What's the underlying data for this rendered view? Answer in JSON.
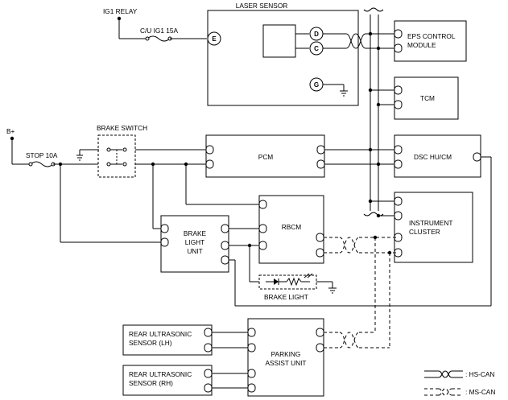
{
  "labels": {
    "ig1_relay": "IG1 RELAY",
    "cu_ig1_fuse": "C/U IG1 15A",
    "b_plus": "B+",
    "stop_fuse": "STOP 10A",
    "brake_switch": "BRAKE SWITCH",
    "brake_light": "BRAKE LIGHT"
  },
  "modules": {
    "laser_sensor": "LASER SENSOR",
    "eps_line1": "EPS CONTROL",
    "eps_line2": "MODULE",
    "tcm": "TCM",
    "pcm": "PCM",
    "dsc": "DSC HU/CM",
    "rbcm": "RBCM",
    "instrument_line1": "INSTRUMENT",
    "instrument_line2": "CLUSTER",
    "blu_line1": "BRAKE",
    "blu_line2": "LIGHT",
    "blu_line3": "UNIT",
    "parking_line1": "PARKING",
    "parking_line2": "ASSIST UNIT",
    "rear_lh_line1": "REAR ULTRASONIC",
    "rear_lh_line2": "SENSOR (LH)",
    "rear_rh_line1": "REAR ULTRASONIC",
    "rear_rh_line2": "SENSOR (RH)"
  },
  "pins": {
    "e": "E",
    "d": "D",
    "c": "C",
    "g": "G"
  },
  "legend": {
    "hs_can": ": HS-CAN",
    "ms_can": ": MS-CAN"
  }
}
